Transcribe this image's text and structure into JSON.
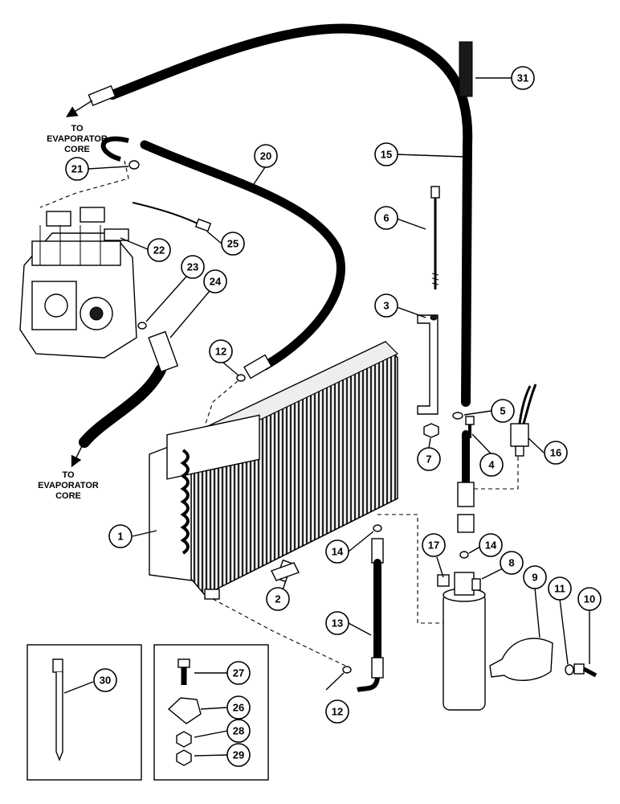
{
  "captions": {
    "top": [
      "TO",
      "EVAPORATOR",
      "CORE"
    ],
    "bottom": [
      "TO",
      "EVAPORATOR",
      "CORE"
    ]
  },
  "callouts": {
    "c1": "1",
    "c2": "2",
    "c3": "3",
    "c4": "4",
    "c5": "5",
    "c6": "6",
    "c7": "7",
    "c8": "8",
    "c9": "9",
    "c10": "10",
    "c11": "11",
    "c12a": "12",
    "c12b": "12",
    "c13": "13",
    "c14a": "14",
    "c14b": "14",
    "c15": "15",
    "c16": "16",
    "c17": "17",
    "c20": "20",
    "c21": "21",
    "c22": "22",
    "c23": "23",
    "c24": "24",
    "c25": "25",
    "c26": "26",
    "c27": "27",
    "c28": "28",
    "c29": "29",
    "c30": "30",
    "c31": "31"
  }
}
